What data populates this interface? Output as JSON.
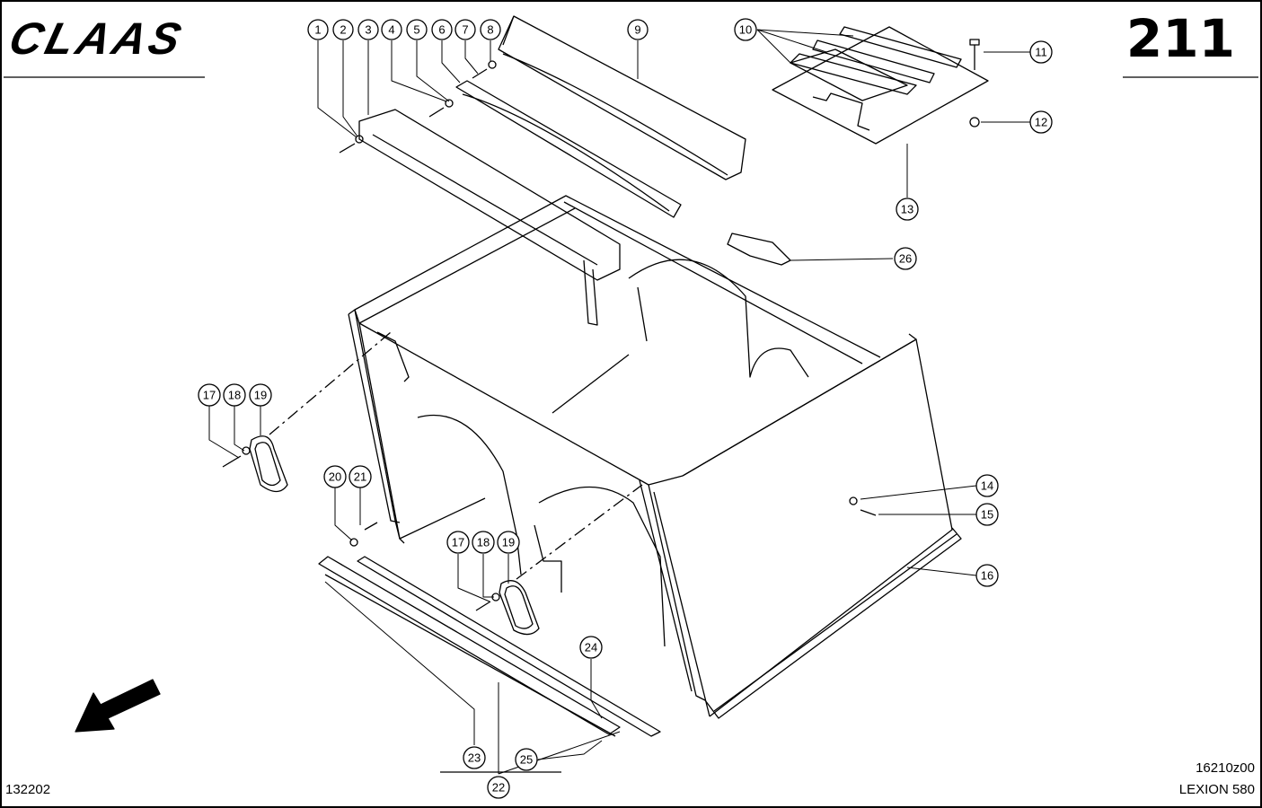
{
  "brand": "CLAAS",
  "page_number": "211",
  "document_number": "132202",
  "drawing_code": "16210z00",
  "model": "LEXION 580",
  "colors": {
    "line": "#000000",
    "background": "#ffffff"
  },
  "callouts": [
    {
      "id": "c1",
      "label": "1"
    },
    {
      "id": "c2",
      "label": "2"
    },
    {
      "id": "c3",
      "label": "3"
    },
    {
      "id": "c4",
      "label": "4"
    },
    {
      "id": "c5",
      "label": "5"
    },
    {
      "id": "c6",
      "label": "6"
    },
    {
      "id": "c7",
      "label": "7"
    },
    {
      "id": "c8",
      "label": "8"
    },
    {
      "id": "c9",
      "label": "9"
    },
    {
      "id": "c10",
      "label": "10"
    },
    {
      "id": "c11",
      "label": "11"
    },
    {
      "id": "c12",
      "label": "12"
    },
    {
      "id": "c13",
      "label": "13"
    },
    {
      "id": "c14",
      "label": "14"
    },
    {
      "id": "c15",
      "label": "15"
    },
    {
      "id": "c16",
      "label": "16"
    },
    {
      "id": "c17a",
      "label": "17"
    },
    {
      "id": "c18a",
      "label": "18"
    },
    {
      "id": "c19a",
      "label": "19"
    },
    {
      "id": "c20",
      "label": "20"
    },
    {
      "id": "c21",
      "label": "21"
    },
    {
      "id": "c17b",
      "label": "17"
    },
    {
      "id": "c18b",
      "label": "18"
    },
    {
      "id": "c19b",
      "label": "19"
    },
    {
      "id": "c22",
      "label": "22"
    },
    {
      "id": "c23",
      "label": "23"
    },
    {
      "id": "c24",
      "label": "24"
    },
    {
      "id": "c25",
      "label": "25"
    },
    {
      "id": "c26",
      "label": "26"
    }
  ]
}
